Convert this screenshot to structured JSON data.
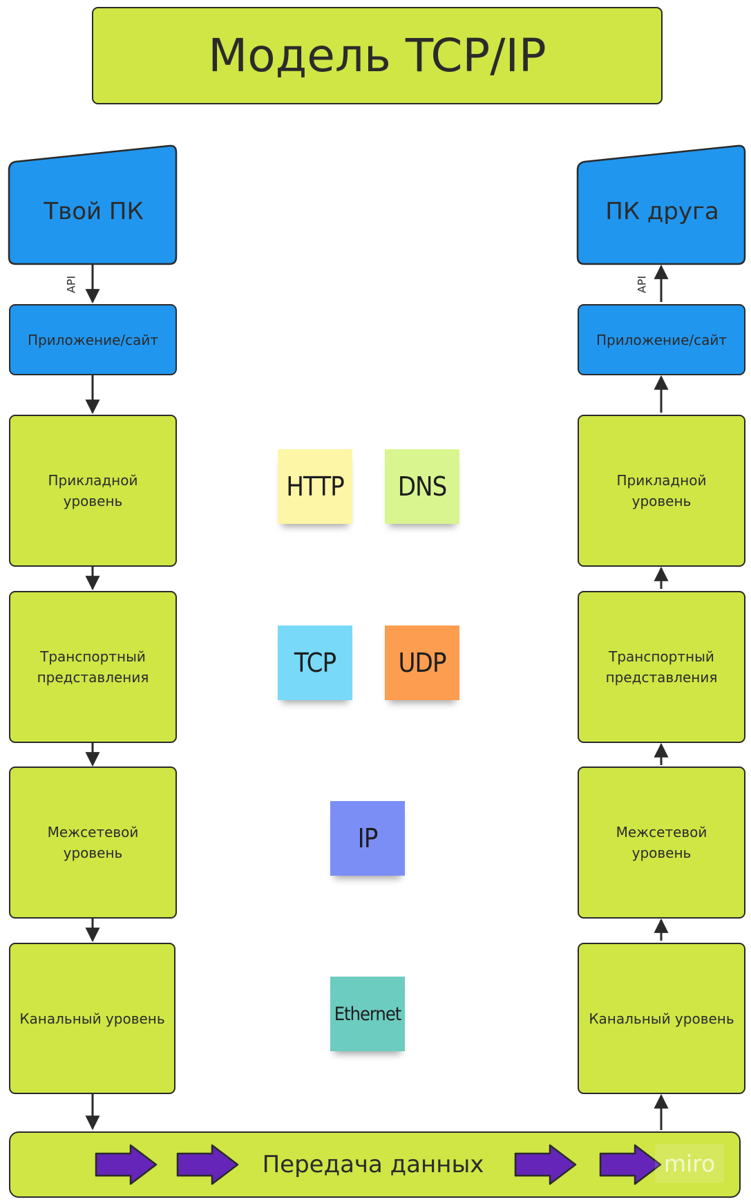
{
  "title": "Модель TCP/IP",
  "left": {
    "pc_label": "Твой ПК",
    "api_label": "API",
    "app_label": "Приложение/сайт",
    "layers": [
      "Прикладной уровень",
      "Транспортный представления",
      "Межсетевой уровень",
      "Канальный уровень"
    ]
  },
  "right": {
    "pc_label": "ПК друга",
    "api_label": "API",
    "app_label": "Приложение/сайт",
    "layers": [
      "Прикладной уровень",
      "Транспортный представления",
      "Межсетевой уровень",
      "Канальный уровень"
    ]
  },
  "protocols": [
    {
      "label": "HTTP",
      "color": "#fdf6a6"
    },
    {
      "label": "DNS",
      "color": "#d9f590"
    },
    {
      "label": "TCP",
      "color": "#78d9f8"
    },
    {
      "label": "UDP",
      "color": "#fc9d4f"
    },
    {
      "label": "IP",
      "color": "#7b8ef5"
    },
    {
      "label": "Ethernet",
      "color": "#6cccc0"
    }
  ],
  "bottom": {
    "label": "Передача данных"
  },
  "watermark": "miro",
  "colors": {
    "lime": "#cfe645",
    "blue": "#2196ef",
    "arrow_fill": "#6425b8"
  }
}
